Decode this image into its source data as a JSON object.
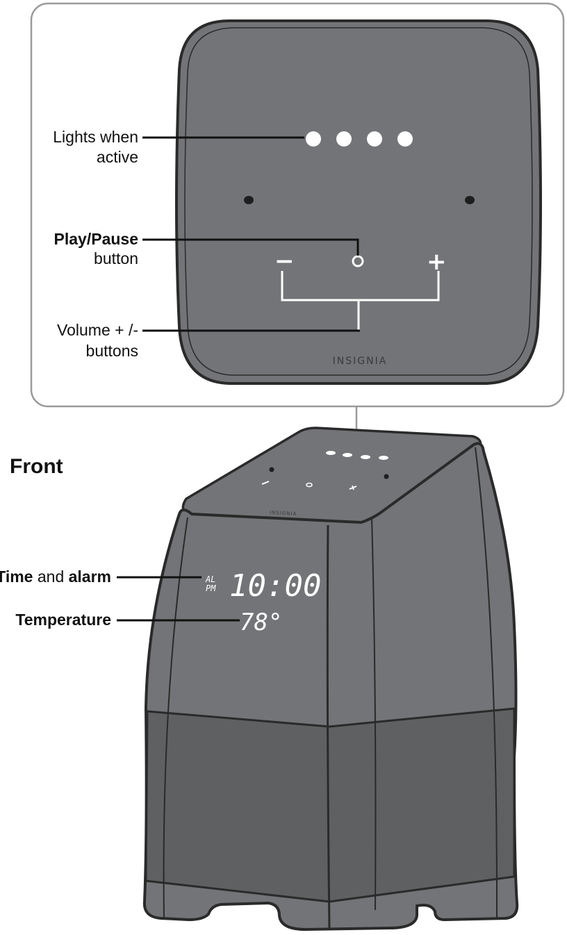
{
  "top_view": {
    "brand": "INSIGNIA",
    "lights_label_line1": "Lights when",
    "lights_label_line2": "active",
    "play_label_bold": "Play/Pause",
    "play_label_line2": "button",
    "volume_label_line1": "Volume + /-",
    "volume_label_line2": "buttons",
    "minus_symbol": "−",
    "plus_symbol": "+"
  },
  "front_view": {
    "heading": "Front",
    "brand": "INSIGNIA",
    "time_label_bold1": "Time",
    "time_label_mid": " and ",
    "time_label_bold2": "alarm",
    "temperature_label": "Temperature",
    "display_time": "10:00",
    "display_al": "AL",
    "display_pm": "PM",
    "display_temperature": "78°"
  },
  "colors": {
    "body": "#737477",
    "body_dark": "#5f6062",
    "outline": "#2a2a2a",
    "panel_border": "#9a9a9a"
  }
}
